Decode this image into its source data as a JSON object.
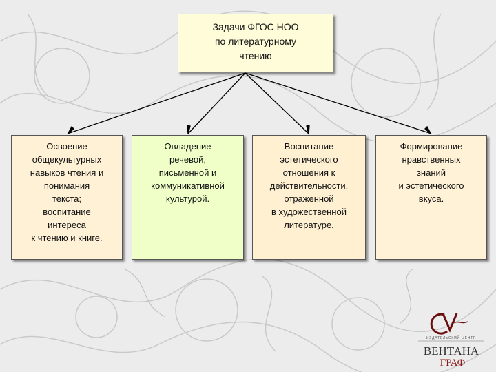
{
  "top": {
    "lines": [
      "Задачи ФГОС НОО",
      "по литературному",
      "чтению"
    ]
  },
  "boxes": [
    {
      "lines": [
        "Освоение",
        "общекультурных",
        "навыков чтения и",
        "понимания",
        "текста;",
        "воспитание",
        "интереса",
        "к чтению и книге."
      ]
    },
    {
      "lines": [
        "Овладение",
        "речевой,",
        "письменной и",
        "коммуникативной",
        "культурой."
      ]
    },
    {
      "lines": [
        "Воспитание",
        "эстетического",
        "отношения к",
        "действительности,",
        "отраженной",
        "в художественной",
        "литературе."
      ]
    },
    {
      "lines": [
        "Формирование",
        "нравственных",
        "знаний",
        "и эстетического",
        "вкуса."
      ]
    }
  ],
  "logo": {
    "tagline": "ИЗДАТЕЛЬСКИЙ ЦЕНТР",
    "name_line1": "ВЕНТАНА",
    "name_line2": "ГРАФ"
  },
  "colors": {
    "top_box": "#fffcd9",
    "box_orange": "#fff1d6",
    "box_green": "#efffc7",
    "logo_red": "#8b1a1a"
  }
}
